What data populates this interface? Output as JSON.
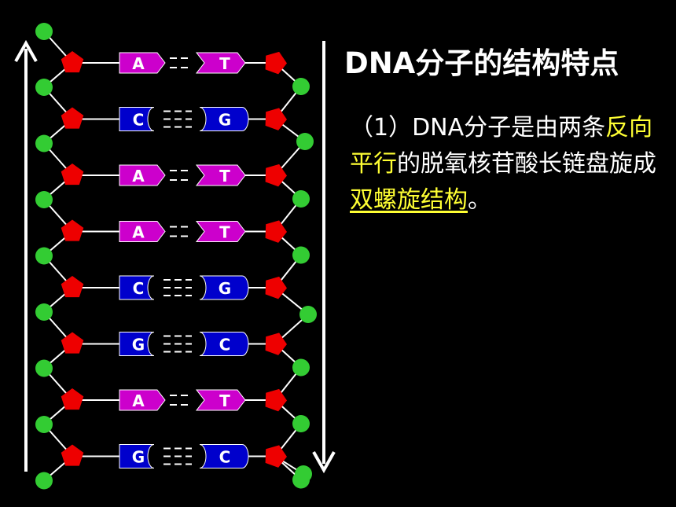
{
  "slide": {
    "title": "DNA分子的结构特点",
    "paragraph": {
      "p1": "（1）DNA分子是由两条",
      "h1": "反向平行",
      "p2": "的脱氧核苷酸长链盘旋成",
      "h2": "双螺旋结构",
      "p3": "。"
    }
  },
  "diagram": {
    "pairs": [
      {
        "left": "A",
        "right": "T"
      },
      {
        "left": "C",
        "right": "G"
      },
      {
        "left": "A",
        "right": "T"
      },
      {
        "left": "A",
        "right": "T"
      },
      {
        "left": "C",
        "right": "G"
      },
      {
        "left": "G",
        "right": "C"
      },
      {
        "left": "A",
        "right": "T"
      },
      {
        "left": "G",
        "right": "C"
      }
    ],
    "colors": {
      "A_T": "#cc00cc",
      "C_G": "#0000cc",
      "phosphate": "#33cc33",
      "sugar": "#ee0000",
      "background": "#000000"
    }
  }
}
